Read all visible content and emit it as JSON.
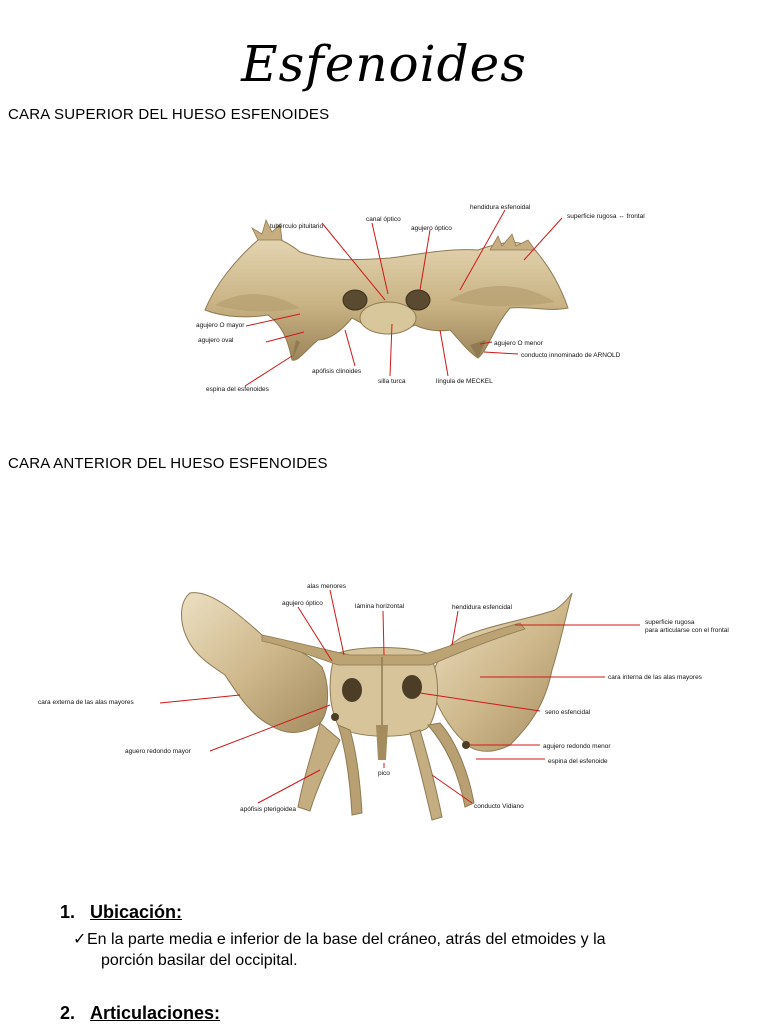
{
  "title": "Esfenoides",
  "superior": {
    "heading": "CARA SUPERIOR DEL HUESO ESFENOIDES",
    "labels": {
      "tuberculo": "tubérculo pituitario",
      "canal": "canal óptico",
      "agujero_optico": "agujero óptico",
      "hendidura": "hendidura esfenoidal",
      "superficie": "superficie rugosa ↔ frontal",
      "o_mayor": "agujero O mayor",
      "oval": "agujero oval",
      "apofisis": "apófisis clinoides",
      "silla": "silla turca",
      "lingula": "língula de MECKEL",
      "espina": "espina del esfenoides",
      "o_menor": "agujero O menor",
      "conducto": "conducto innominado de ARNOLD"
    }
  },
  "anterior": {
    "heading": "CARA ANTERIOR DEL HUESO ESFENOIDES",
    "labels": {
      "alas_menores": "alas menores",
      "agujero_optico": "agujero óptico",
      "lamina": "lámina horizontal",
      "hendidura": "hendidura esfencidal",
      "superficie_1": "superficie rugosa",
      "superficie_2": "para articularse con el frontal",
      "cara_interna": "cara interna de las alas mayores",
      "cara_externa": "cara externa de las alas mayores",
      "seno": "seno esfencidal",
      "redondo_mayor": "aguero redondo mayor",
      "redondo_menor": "agujero redondo menor",
      "espina": "espina del esfenoide",
      "pico": "pico",
      "pterigoidea": "apófisis pterigoidea",
      "vidiano": "conducto Vidiano"
    }
  },
  "list": [
    {
      "number": "1.",
      "title": "Ubicación:",
      "check": "✓",
      "text_line1": "En la parte media e inferior de la base del cráneo, atrás del etmoides y la",
      "text_line2": "porción basilar del occipital."
    },
    {
      "number": "2.",
      "title": "Articulaciones:"
    }
  ],
  "colors": {
    "leader": "#d01818",
    "bone": "#cbb58b",
    "bone_dark": "#8f7a52"
  }
}
